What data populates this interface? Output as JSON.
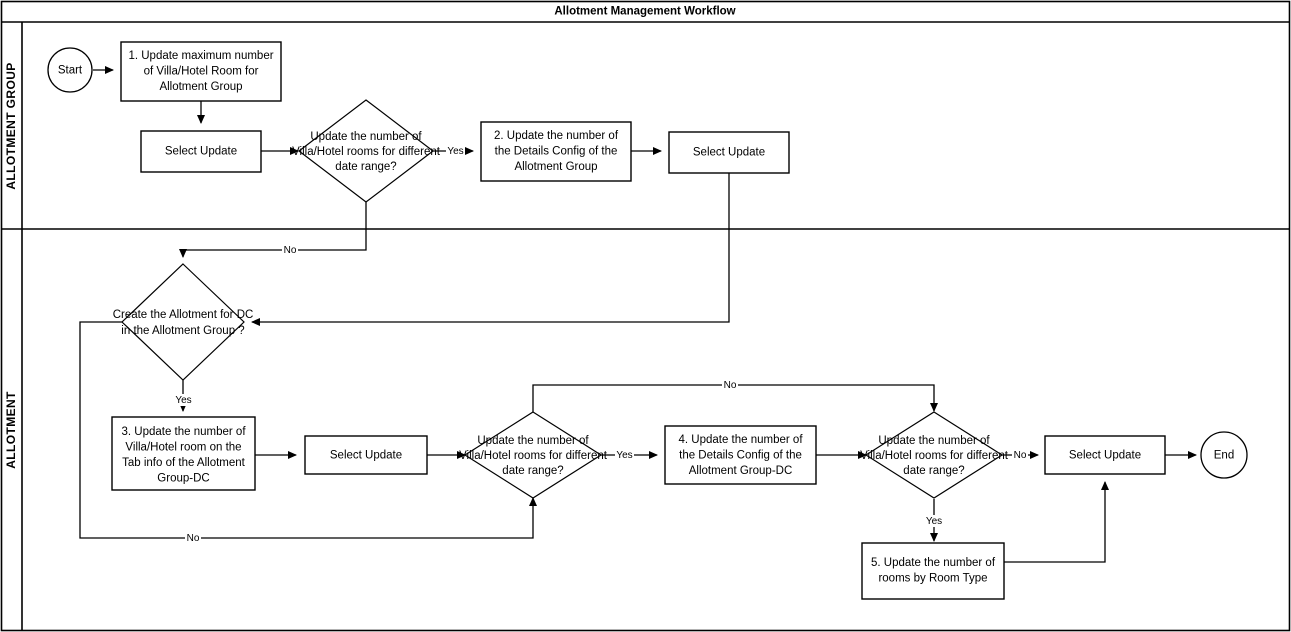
{
  "pool": {
    "title": "Allotment Management Workflow",
    "lanes": [
      {
        "id": "lane-allotment-group",
        "label": "ALLOTMENT GROUP"
      },
      {
        "id": "lane-allotment",
        "label": "ALLOTMENT"
      }
    ]
  },
  "colors": {
    "stroke": "#000000",
    "fill": "#ffffff",
    "text": "#000000"
  },
  "nodes": {
    "start": {
      "label": "Start",
      "type": "terminator"
    },
    "task1": {
      "type": "process",
      "lines": [
        "1. Update maximum number",
        "of Villa/Hotel Room for",
        "Allotment Group"
      ]
    },
    "select1": {
      "type": "process",
      "lines": [
        "Select Update"
      ]
    },
    "decision1": {
      "type": "decision",
      "lines": [
        "Update the number of",
        "Villa/Hotel rooms for different",
        "date range?"
      ]
    },
    "task2": {
      "type": "process",
      "lines": [
        "2. Update the number of",
        "the Details Config of the",
        "Allotment Group"
      ]
    },
    "select2": {
      "type": "process",
      "lines": [
        "Select Update"
      ]
    },
    "decisionDC": {
      "type": "decision",
      "lines": [
        "Create the Allotment for DC",
        "in the Allotment Group ?"
      ]
    },
    "task3": {
      "type": "process",
      "lines": [
        "3. Update the number of",
        "Villa/Hotel room on the",
        "Tab info of the Allotment",
        "Group-DC"
      ]
    },
    "select3": {
      "type": "process",
      "lines": [
        "Select Update"
      ]
    },
    "decision2": {
      "type": "decision",
      "lines": [
        "Update the number of",
        "Villa/Hotel rooms for different",
        "date range?"
      ]
    },
    "task4": {
      "type": "process",
      "lines": [
        "4. Update the number of",
        "the Details Config of the",
        "Allotment Group-DC"
      ]
    },
    "decision3": {
      "type": "decision",
      "lines": [
        "Update the number of",
        "Villa/Hotel rooms for different",
        "date range?"
      ]
    },
    "select4": {
      "type": "process",
      "lines": [
        "Select Update"
      ]
    },
    "task5": {
      "type": "process",
      "lines": [
        "5. Update the number of",
        "rooms by Room Type"
      ]
    },
    "end": {
      "label": "End",
      "type": "terminator"
    }
  },
  "edge_labels": {
    "d1_yes": "Yes",
    "d1_no": "No",
    "dc_yes": "Yes",
    "dc_no": "No",
    "d2_yes": "Yes",
    "d2_no": "No",
    "d3_yes": "Yes",
    "d3_no": "No"
  }
}
